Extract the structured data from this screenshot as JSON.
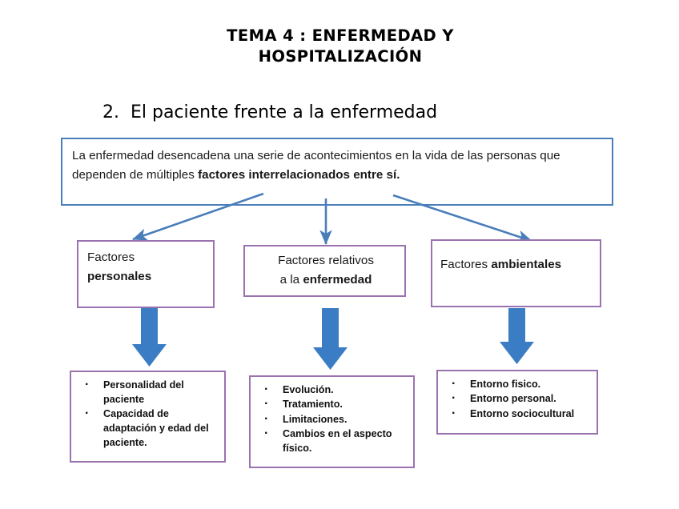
{
  "title": "TEMA 4 : ENFERMEDAD Y HOSPITALIZACIÓN",
  "section_heading": "2.  El paciente frente a la enfermedad",
  "intro": {
    "text_before_bold": "La enfermedad desencadena una serie de acontecimientos en la vida de las personas que dependen de múltiples ",
    "text_bold": "factores interrelacionados entre sí."
  },
  "factor_boxes": [
    {
      "id": "personales",
      "line1_normal": "Factores",
      "line2_bold": "personales"
    },
    {
      "id": "enfermedad",
      "line1_normal": "Factores relativos",
      "line2_normal": "a la ",
      "line2_bold": "enfermedad"
    },
    {
      "id": "ambientales",
      "line1_normal": "Factores ",
      "line1_bold": "ambientales"
    }
  ],
  "bullet_boxes": [
    {
      "id": "bullets-personales",
      "items": [
        "Personalidad del paciente",
        "Capacidad de adaptación y edad del paciente."
      ]
    },
    {
      "id": "bullets-enfermedad",
      "items": [
        "Evolución.",
        "Tratamiento.",
        "Limitaciones.",
        "Cambios en el aspecto físico."
      ]
    },
    {
      "id": "bullets-ambientales",
      "items": [
        "Entorno fisico.",
        "Entorno personal.",
        "Entorno sociocultural"
      ]
    }
  ],
  "colors": {
    "intro_border": "#4A7EBB",
    "box_border": "#9B72B0",
    "arrow_blue": "#3B7DC4",
    "connector_blue": "#4A7EBB",
    "text": "#1a1a1a",
    "background": "#ffffff"
  }
}
